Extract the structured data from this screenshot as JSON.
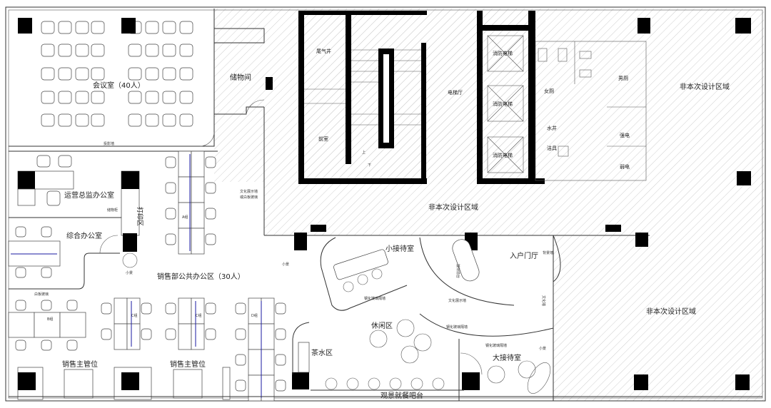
{
  "plan": {
    "rooms": {
      "conference": "会议室（40人）",
      "storage": "储物间",
      "projection_wall": "投影墙",
      "ops_director": "运营总监办公室",
      "print_area": "打印区",
      "general_office": "综合办公室",
      "sales_open_office": "销售部公共办公区（30人）",
      "sales_supervisor_1": "销售主管位",
      "sales_supervisor_2": "销售主管位",
      "exhaust_shaft": "尾气井",
      "anteroom": "前室",
      "elevator_hall": "电梯厅",
      "fire_elevator_1": "消防电梯",
      "fire_elevator_2": "消防电梯",
      "fire_elevator_3": "消防电梯",
      "womens_wc": "女厕",
      "mens_wc": "男厕",
      "water_shaft": "水井",
      "cleaning": "洁具",
      "strong_power": "强电",
      "weak_power": "弱电",
      "non_design_1": "非本次设计区域",
      "non_design_2": "非本次设计区域",
      "non_design_3": "非本次设计区域",
      "small_reception": "小接待室",
      "entrance_hall": "入户门厅",
      "leisure": "休闲区",
      "tea_area": "茶水区",
      "large_reception": "大接待室",
      "bar_counter": "观景就餐吧台"
    },
    "notes": {
      "culture_wall_left": "文化展示墙",
      "whiteboard_glass_left": "或白板玻璃",
      "storage_cabinet": "储物柜",
      "landscape": "小景",
      "whiteboard_glass": "白板玻璃",
      "group_a": "A组",
      "group_b": "B组",
      "group_c1": "C组",
      "group_c2": "C组",
      "group_d": "D组",
      "tempered_glass": "钢化玻璃隔墙",
      "background_wall": "背景墙",
      "culture_display_wall": "文化展示墙",
      "reception_desk": "接待前台",
      "culture_wall": "文化墙",
      "up": "上",
      "down": "下"
    }
  },
  "colors": {
    "wall": "#000000",
    "line": "#333333",
    "hatch": "#c8c8c8",
    "partition": "#1a1aa0"
  }
}
